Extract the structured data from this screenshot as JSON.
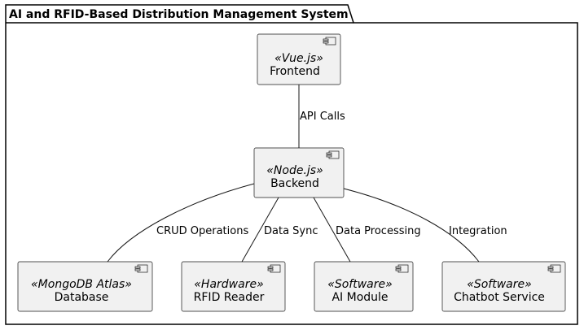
{
  "package": {
    "title": "AI and RFID-Based Distribution Management System"
  },
  "components": {
    "frontend": {
      "stereotype": "«Vue.js»",
      "name": "Frontend"
    },
    "backend": {
      "stereotype": "«Node.js»",
      "name": "Backend"
    },
    "database": {
      "stereotype": "«MongoDB Atlas»",
      "name": "Database"
    },
    "rfid": {
      "stereotype": "«Hardware»",
      "name": "RFID Reader"
    },
    "ai": {
      "stereotype": "«Software»",
      "name": "AI Module"
    },
    "chatbot": {
      "stereotype": "«Software»",
      "name": "Chatbot Service"
    }
  },
  "edges": {
    "api": "API Calls",
    "crud": "CRUD Operations",
    "sync": "Data Sync",
    "processing": "Data Processing",
    "integration": "Integration"
  },
  "colors": {
    "component_fill": "#f1f1f1",
    "stroke": "#181818"
  }
}
